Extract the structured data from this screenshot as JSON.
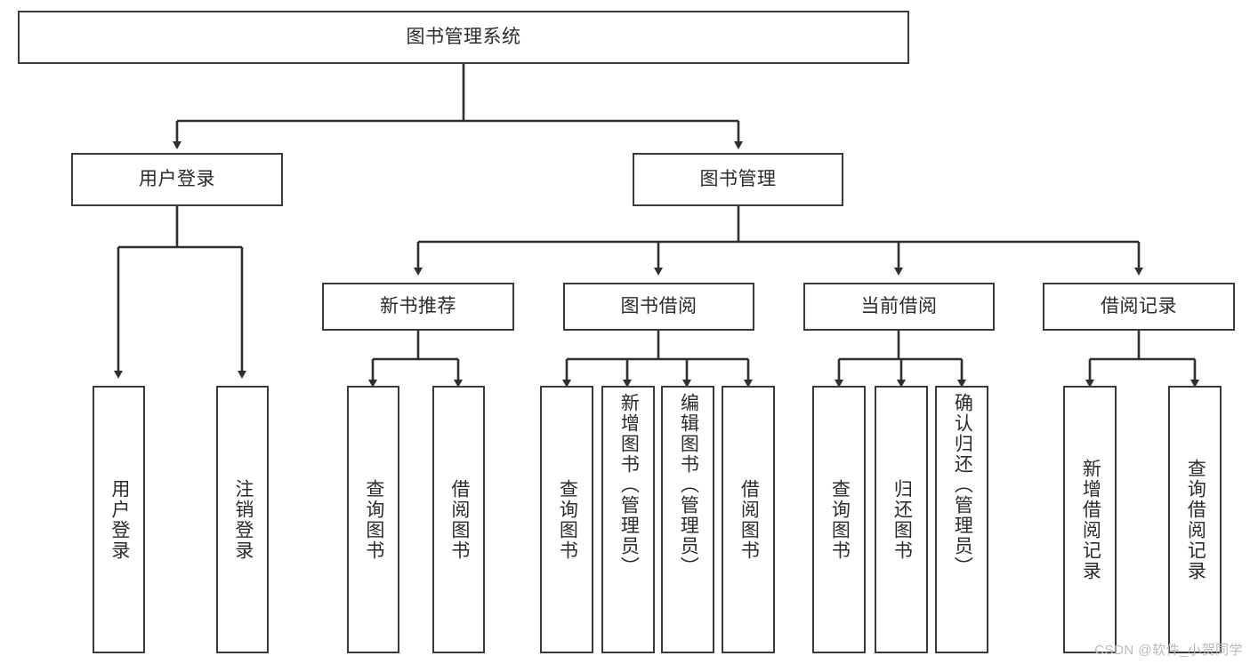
{
  "diagram": {
    "type": "tree",
    "title": "图书管理系统",
    "colors": {
      "background": "#ffffff",
      "box_border": "#3a3a3a",
      "box_fill": "#ffffff",
      "text": "#2b2b2b",
      "connector": "#2f2f2f",
      "watermark": "#b9b9b9"
    },
    "root": {
      "label": "图书管理系统"
    },
    "level2": [
      {
        "label": "用户登录"
      },
      {
        "label": "图书管理"
      }
    ],
    "level3": [
      {
        "label": "新书推荐"
      },
      {
        "label": "图书借阅"
      },
      {
        "label": "当前借阅"
      },
      {
        "label": "借阅记录"
      }
    ],
    "leaves": {
      "user_login": [
        {
          "label": "用户登录"
        },
        {
          "label": "注销登录"
        }
      ],
      "new_book_recommend": [
        {
          "label": "查询图书"
        },
        {
          "label": "借阅图书"
        }
      ],
      "book_borrow": [
        {
          "label": "查询图书"
        },
        {
          "label": "新增图书（管理员）"
        },
        {
          "label": "编辑图书（管理员）"
        },
        {
          "label": "借阅图书"
        }
      ],
      "current_borrow": [
        {
          "label": "查询图书"
        },
        {
          "label": "归还图书"
        },
        {
          "label": "确认归还（管理员）"
        }
      ],
      "borrow_record": [
        {
          "label": "新增借阅记录"
        },
        {
          "label": "查询借阅记录"
        }
      ]
    }
  },
  "watermark": {
    "text": "CSDN @软件_小贺同学"
  }
}
